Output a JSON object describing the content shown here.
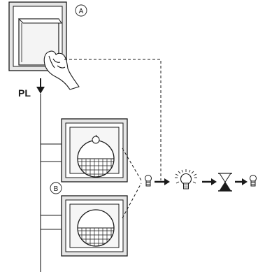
{
  "labels": {
    "switch": "A",
    "detectors": "B",
    "line": "PL"
  },
  "icons": {
    "switch": "push-button-switch-icon",
    "hand": "hand-press-icon",
    "detector": "presence-detector-icon",
    "bulb_off": "lamp-off-icon",
    "bulb_on": "lamp-on-icon",
    "timer": "hourglass-icon",
    "arrow": "arrow-right-icon"
  },
  "colors": {
    "stroke": "#1a1a1a",
    "frame_fill": "#f2f2f2",
    "shadow": "#cfcfcf"
  }
}
